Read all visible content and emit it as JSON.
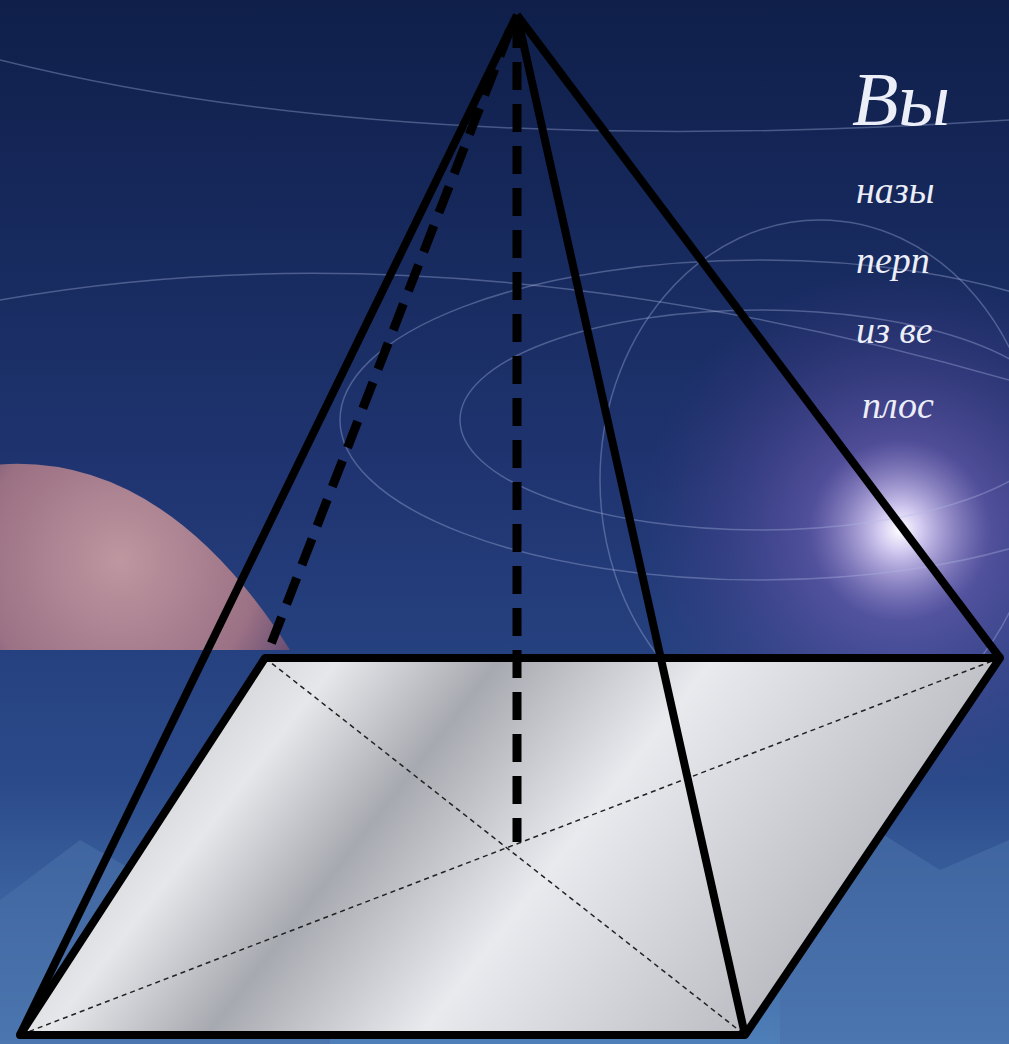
{
  "diagram": {
    "labels": [
      "Вы",
      "назы",
      "перп",
      "из ве",
      "плос"
    ]
  }
}
